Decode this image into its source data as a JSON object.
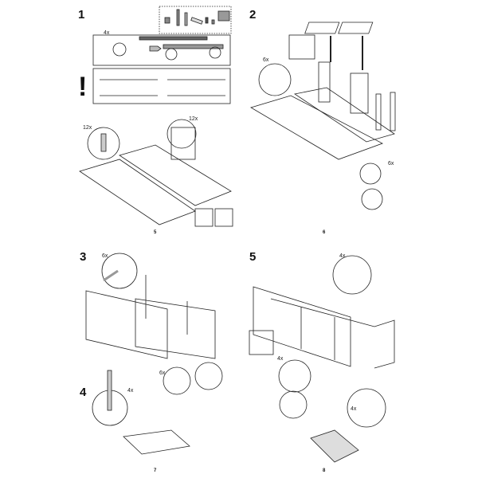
{
  "steps": {
    "s1": "1",
    "s2": "2",
    "s3": "3",
    "s4": "4",
    "s5": "5"
  },
  "quantities": {
    "q1_hinge": "4x",
    "q1_cam": "12x",
    "q1_dowel": "12x",
    "q2_dowel": "6x",
    "q2_cam": "6x",
    "q3_dowel": "6x",
    "q3_cam": "6x",
    "q4_leg": "4x",
    "q5_dowel": "4x",
    "q5_cam": "4x",
    "q5_side": "4x"
  },
  "warning_icon": "!",
  "page_numbers": {
    "p1": "5",
    "p2": "6",
    "p3": "7",
    "p4": "8"
  }
}
